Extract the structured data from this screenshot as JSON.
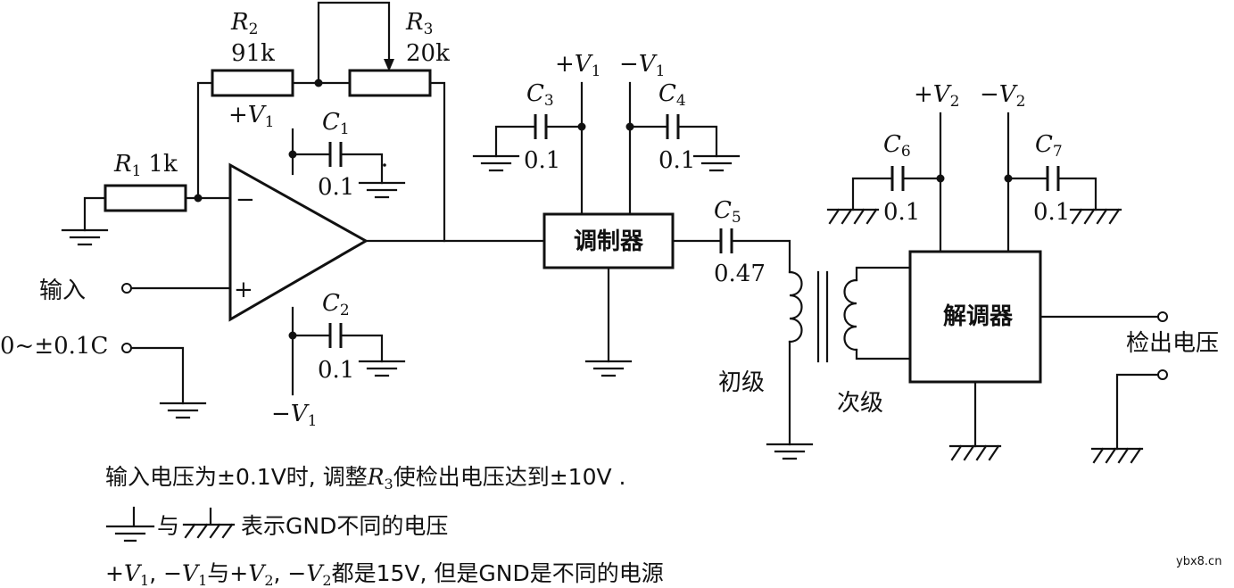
{
  "components": {
    "r1": {
      "name": "R",
      "sub": "1",
      "value": "1k"
    },
    "r2": {
      "name": "R",
      "sub": "2",
      "value": "91k"
    },
    "r3": {
      "name": "R",
      "sub": "3",
      "value": "20k"
    },
    "c1": {
      "name": "C",
      "sub": "1",
      "value": "0.1"
    },
    "c2": {
      "name": "C",
      "sub": "2",
      "value": "0.1"
    },
    "c3": {
      "name": "C",
      "sub": "3",
      "value": "0.1"
    },
    "c4": {
      "name": "C",
      "sub": "4",
      "value": "0.1"
    },
    "c5": {
      "name": "C",
      "sub": "5",
      "value": "0.47"
    },
    "c6": {
      "name": "C",
      "sub": "6",
      "value": "0.1"
    },
    "c7": {
      "name": "C",
      "sub": "7",
      "value": "0.1"
    }
  },
  "supplies": {
    "opamp_pos": {
      "sign": "+",
      "name": "V",
      "sub": "1"
    },
    "opamp_neg": {
      "sign": "−",
      "name": "V",
      "sub": "1"
    },
    "mod_pos": {
      "sign": "+",
      "name": "V",
      "sub": "1"
    },
    "mod_neg": {
      "sign": "−",
      "name": "V",
      "sub": "1"
    },
    "demod_pos": {
      "sign": "+",
      "name": "V",
      "sub": "2"
    },
    "demod_neg": {
      "sign": "−",
      "name": "V",
      "sub": "2"
    }
  },
  "opamp": {
    "inv": "−",
    "noninv": "+"
  },
  "blocks": {
    "modulator": "调制器",
    "demodulator": "解调器"
  },
  "labels": {
    "input": "输入",
    "input_range": "0~±0.1C",
    "primary": "初级",
    "secondary": "次级",
    "output": "检出电压",
    "watermark": "ybx8.cn"
  },
  "notes": {
    "line1_a": "输入电压为±0.1V时, 调整",
    "line1_r": "R",
    "line1_sub": "3",
    "line1_b": "使检出电压达到±10V .",
    "line2_a": "与",
    "line2_b": "表示GND不同的电压",
    "line3": [
      {
        "t": "+",
        "k": "n"
      },
      {
        "t": "V",
        "k": "i"
      },
      {
        "t": "1",
        "k": "s"
      },
      {
        "t": ", −",
        "k": "n"
      },
      {
        "t": "V",
        "k": "i"
      },
      {
        "t": "1",
        "k": "s"
      },
      {
        "t": "与+",
        "k": "n"
      },
      {
        "t": "V",
        "k": "i"
      },
      {
        "t": "2",
        "k": "s"
      },
      {
        "t": ", −",
        "k": "n"
      },
      {
        "t": "V",
        "k": "i"
      },
      {
        "t": "2",
        "k": "s"
      },
      {
        "t": "都是15V, 但是GND是不同的电源",
        "k": "n"
      }
    ]
  }
}
